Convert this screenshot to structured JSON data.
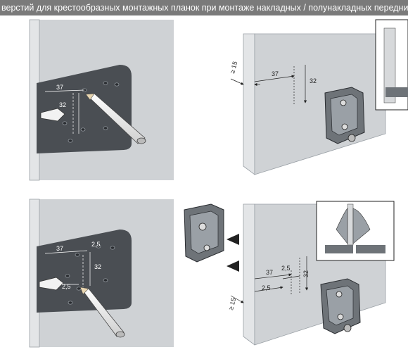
{
  "header": {
    "title": "верстий для крестообразных монтажных планок при монтаже накладных / полунакладных передний"
  },
  "panels": {
    "top_left": {
      "dim_37": "37",
      "dim_32": "32"
    },
    "top_right": {
      "dim_15": "≥ 15",
      "dim_37": "37",
      "dim_32": "32"
    },
    "bottom_left": {
      "dim_37": "37",
      "dim_25_top": "2,5",
      "dim_32": "32",
      "dim_25_left": "2,5"
    },
    "bottom_right": {
      "dim_37": "37",
      "dim_25_top": "2,5",
      "dim_32": "32",
      "dim_25_left": "2,5",
      "dim_15": "≥ 15"
    }
  },
  "colors": {
    "banner": "#7a7a7a",
    "panel": "#cfd2d5",
    "plate": "#4a4e53",
    "cabinet": "#e3e5e7"
  }
}
